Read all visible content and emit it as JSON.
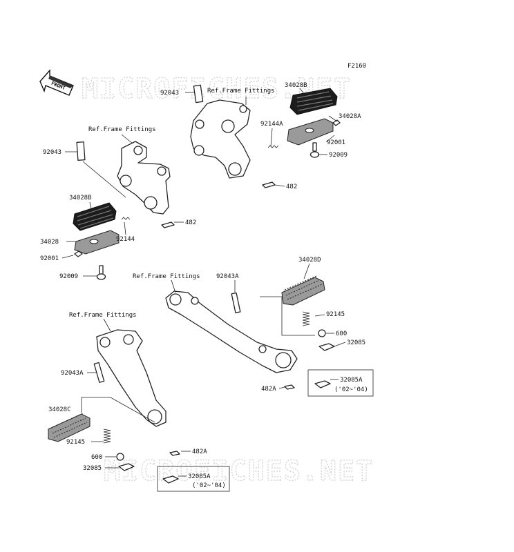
{
  "figure_code": "F2160",
  "front_label": "FRONT",
  "watermark": "MICROFICHES.NET",
  "labels": {
    "rf_top_right": "Ref.Frame Fittings",
    "rf_top_left": "Ref.Frame Fittings",
    "rf_mid": "Ref.Frame Fittings",
    "rf_lower_left": "Ref.Frame Fittings",
    "p92043_tr": "92043",
    "p34028B_tr": "34028B",
    "p34028A_tr": "34028A",
    "p92144A": "92144A",
    "p92001_tr": "92001",
    "p92009_tr": "92009",
    "p482_tr": "482",
    "p92043_tl": "92043",
    "p34028B_l": "34028B",
    "p482_l": "482",
    "p92144": "92144",
    "p34028": "34028",
    "p92001_l": "92001",
    "p92009_l": "92009",
    "p92043A_mid": "92043A",
    "p34028D": "34028D",
    "p92145_r": "92145",
    "p600_r": "600",
    "p32085_r": "32085",
    "p32085A_r": "32085A",
    "yr_r": "('02~'04)",
    "p482A_r": "482A",
    "p92043A_l": "92043A",
    "p34028C": "34028C",
    "p92145_l": "92145",
    "p600_l": "600",
    "p32085_l": "32085",
    "p482A_l": "482A",
    "p32085A_l": "32085A",
    "yr_l": "('02~'04)"
  }
}
